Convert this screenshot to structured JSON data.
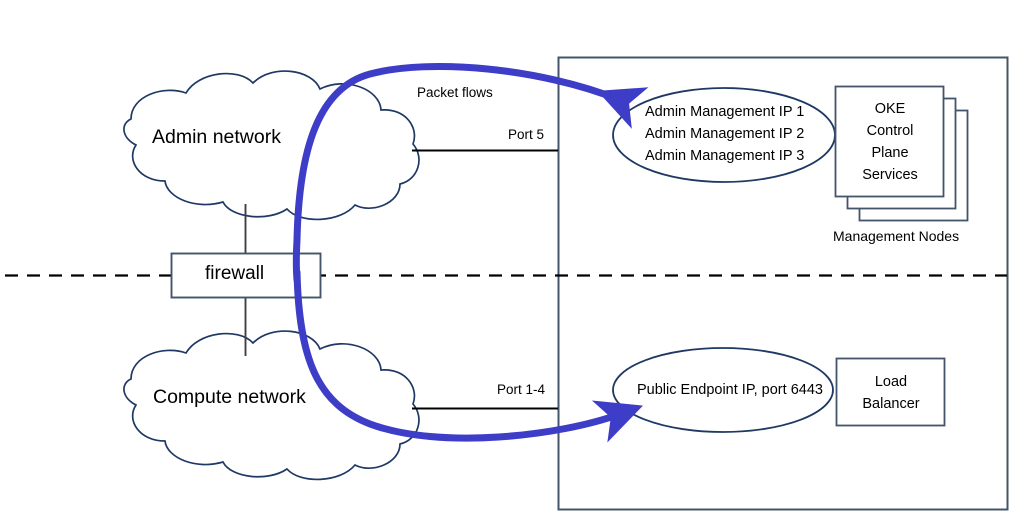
{
  "diagram": {
    "title": "OKE packet flow network diagram",
    "colors": {
      "outline": "#1F3864",
      "box_outline": "#44546A",
      "flow_arrow": "#3D3DC8",
      "connector": "#404040",
      "divider": "#000000",
      "text": "#000000",
      "background": "#FFFFFF"
    },
    "clouds": [
      {
        "name": "admin-network",
        "label": "Admin network"
      },
      {
        "name": "compute-network",
        "label": "Compute network"
      }
    ],
    "firewall": {
      "label": "firewall"
    },
    "flow": {
      "label": "Packet flows"
    },
    "ports": {
      "admin_port": "Port 5",
      "compute_port": "Port 1-4"
    },
    "admin_endpoint": {
      "lines": [
        "Admin Management IP 1",
        "Admin Management IP 2",
        "Admin Management IP 3"
      ]
    },
    "control_plane": {
      "lines": [
        "OKE",
        "Control",
        "Plane",
        "Services"
      ],
      "caption": "Management Nodes"
    },
    "public_endpoint": {
      "label": "Public Endpoint IP, port 6443"
    },
    "load_balancer": {
      "lines": [
        "Load",
        "Balancer"
      ]
    }
  }
}
